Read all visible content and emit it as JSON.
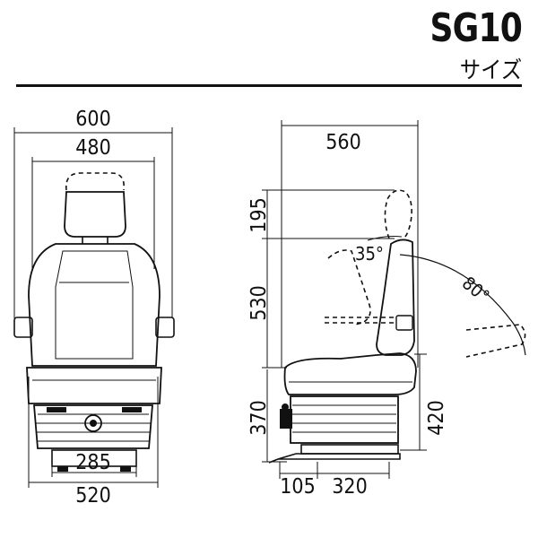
{
  "header": {
    "title": "SG10",
    "subtitle": "サイズ"
  },
  "front_view": {
    "dims": {
      "overall_top": "600",
      "inner_top": "480",
      "base_inner": "285",
      "base_outer": "520"
    }
  },
  "side_view": {
    "dims": {
      "depth": "560",
      "headrest": "195",
      "backrest": "530",
      "base_left": "370",
      "base_right": "420",
      "offset": "105",
      "track": "320"
    },
    "angles": {
      "fold": "35°",
      "recline": "80°"
    }
  }
}
